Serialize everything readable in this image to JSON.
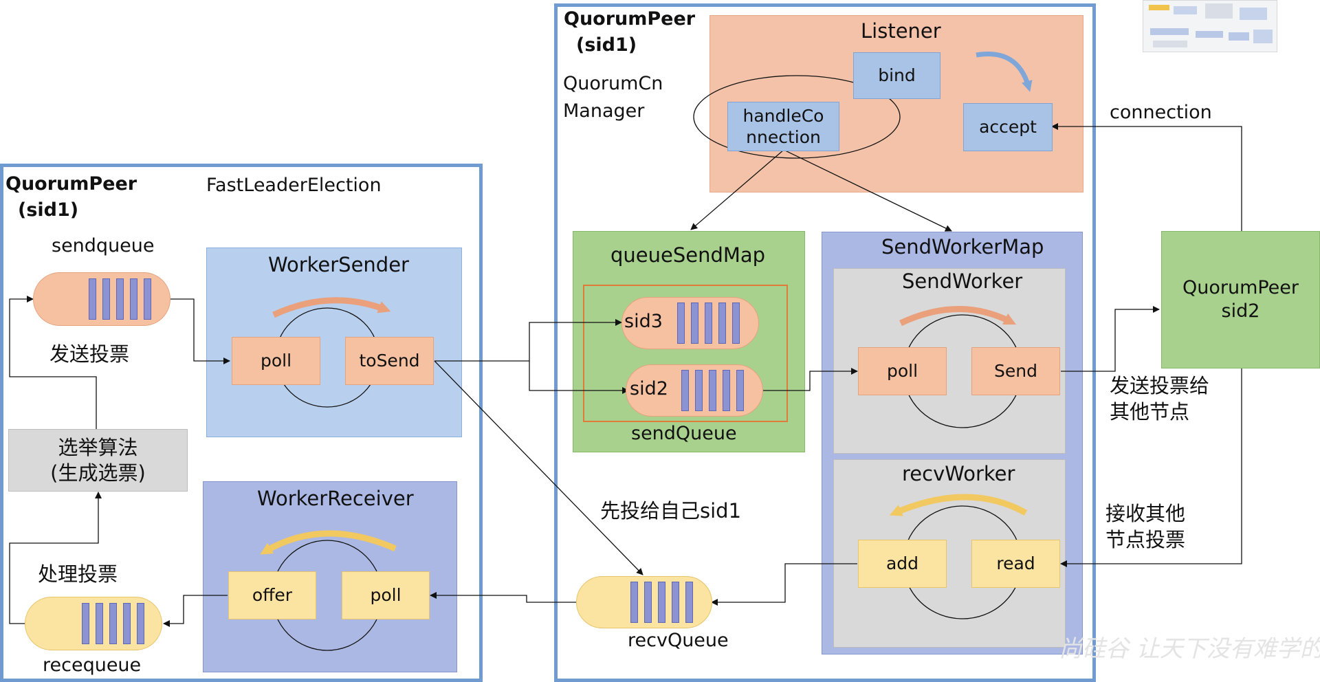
{
  "left_panel": {
    "title_line1": "QuorumPeer",
    "title_line2": "(sid1)",
    "module": "FastLeaderElection",
    "sendqueue_label": "sendqueue",
    "send_vote_label": "发送投票",
    "algorithm_line1": "选举算法",
    "algorithm_line2": "(生成选票)",
    "process_vote_label": "处理投票",
    "recequeue_label": "recequeue",
    "worker_sender": {
      "title": "WorkerSender",
      "poll": "poll",
      "tosend": "toSend"
    },
    "worker_receiver": {
      "title": "WorkerReceiver",
      "offer": "offer",
      "poll": "poll"
    }
  },
  "middle_panel": {
    "title_line1": "QuorumPeer",
    "title_line2": "(sid1)",
    "manager_line1": "QuorumCn",
    "manager_line2": "Manager",
    "listener": {
      "title": "Listener",
      "bind": "bind",
      "handle_line1": "handleCo",
      "handle_line2": "nnection",
      "accept": "accept"
    },
    "queue_send_map": {
      "title": "queueSendMap",
      "sid3": "sid3",
      "sid2": "sid2",
      "send_queue": "sendQueue"
    },
    "send_worker_map": {
      "title": "SendWorkerMap",
      "send_worker": {
        "title": "SendWorker",
        "poll": "poll",
        "send": "Send"
      },
      "recv_worker": {
        "title": "recvWorker",
        "add": "add",
        "read": "read"
      }
    },
    "self_vote_label": "先投给自己sid1",
    "recv_queue_label": "recvQueue"
  },
  "right_panel": {
    "connection_label": "connection",
    "peer_line1": "QuorumPeer",
    "peer_line2": "sid2",
    "send_to_others_line1": "发送投票给",
    "send_to_others_line2": "其他节点",
    "recv_from_others_line1": "接收其他",
    "recv_from_others_line2": "节点投票"
  },
  "watermark": "尚硅谷 让天下没有难学的技术",
  "colors": {
    "frame_border": "#6f9bd0",
    "listener_bg": "#f4c2a8",
    "worker_sender_bg": "#b8cfee",
    "worker_receiver_bg": "#aab8e3",
    "queue_send_map_bg": "#a9d18e",
    "send_worker_map_bg": "#aab8e3",
    "inner_worker_bg": "#d9d9d9",
    "peer_sid2_bg": "#a9d18e",
    "orange_block": "#f6c1a1",
    "yellow_block": "#fbe3a1"
  }
}
